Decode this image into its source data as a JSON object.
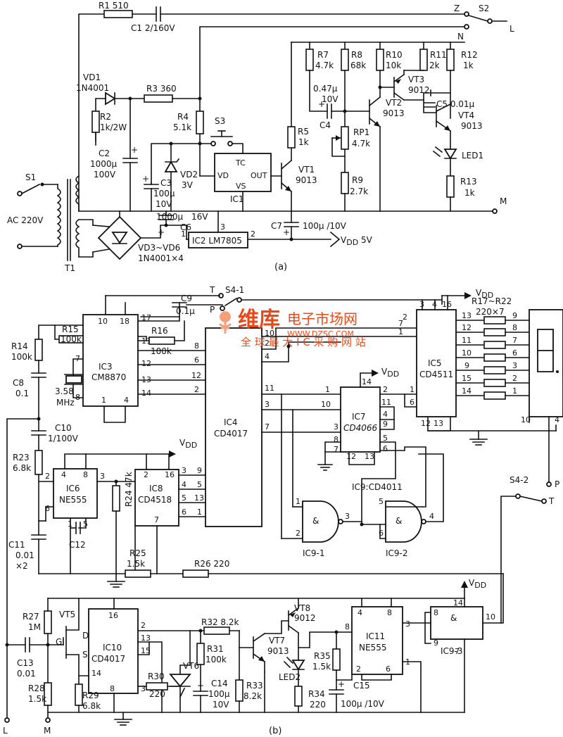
{
  "fig_a_caption": "(a)",
  "fig_b_caption": "(b)",
  "watermark": {
    "brand": "维库",
    "title": "电子市场网",
    "url": "WWW.DZSC.COM",
    "slogan": "全 球 最 大 I C 采 购 网 站"
  },
  "a": {
    "r1": "R1  510",
    "c1": "C1  2/160V",
    "z": "Z",
    "s2": "S2",
    "n": "N",
    "l": "L",
    "vd1a": "VD1",
    "vd1b": "1N4001",
    "r3": "R3  360",
    "r2a": "R2",
    "r2b": "1k/2W",
    "r4a": "R4",
    "r4b": "5.1k",
    "s3": "S3",
    "c2a": "C2",
    "c2b": "1000μ",
    "c2c": "100V",
    "c3a": "C3",
    "c3b": "100μ",
    "c3c": "10V",
    "vd2a": "VD2",
    "vd2b": "3V",
    "ic1": "IC1",
    "ic1_vd": "VD",
    "ic1_tc": "TC",
    "ic1_out": "OUT",
    "ic1_vs": "VS",
    "r5a": "R5",
    "r5b": "1k",
    "vt1a": "VT1",
    "vt1b": "9013",
    "r7a": "R7",
    "r7b": "4.7k",
    "r8a": "R8",
    "r8b": "68k",
    "r10a": "R10",
    "r10b": "10k",
    "r11a": "R11",
    "r11b": "2k",
    "r12a": "R12",
    "r12b": "1k",
    "c4a": "0.47μ",
    "c4b": "10V",
    "c4c": "C4",
    "vt3a": "VT3",
    "vt3b": "9012",
    "vt2a": "VT2",
    "vt2b": "9013",
    "c5": "C5  0.01μ",
    "vt4a": "VT4",
    "vt4b": "9013",
    "rp1a": "RP1",
    "rp1b": "4.7k",
    "led1": "LED1",
    "r9a": "R9",
    "r9b": "2.7k",
    "r13a": "R13",
    "r13b": "1k",
    "s1": "S1",
    "ac": "AC 220V",
    "m": "M",
    "t1": "T1",
    "c6a": "1000μ",
    "c6b": "16V",
    "c6c": "C6",
    "ic2": "IC2  LM7805",
    "c7": "C7",
    "c7v": "100μ /10V",
    "vdd": "V",
    "vdd_sub": "DD",
    "vdd_v": "5V",
    "vd36a": "VD3~VD6",
    "vd36b": "1N4001×4"
  },
  "b": {
    "t": "T",
    "s41": "S4-1",
    "p": "P",
    "vdd": "V",
    "vdd_sub": "DD",
    "c9a": "C9",
    "c9b": "0.1μ",
    "r14a": "R14",
    "r14b": "100k",
    "r15a": "R15",
    "r15b": "100k",
    "r16a": "R16",
    "r16b": "100k",
    "ic3": "IC3",
    "ic3b": "CM8870",
    "xtal": "3.58",
    "xtal2": "MHz",
    "c8a": "C8",
    "c8b": "0.1",
    "c10a": "C10",
    "c10b": "1/100V",
    "r23a": "R23",
    "r23b": "6.8k",
    "ic6": "IC6",
    "ic6b": "NE555",
    "r24": "R24  47k",
    "ic8": "IC8",
    "ic8b": "CD4518",
    "ic4": "IC4",
    "ic4b": "CD4017",
    "ic7": "IC7",
    "ic7b": "CD4066",
    "ic5": "IC5",
    "ic5b": "CD4511",
    "r1722a": "R17~R22",
    "r1722b": "220×7",
    "ic9": "IC9:CD4011",
    "ic91": "IC9-1",
    "ic92": "IC9-2",
    "ic93": "IC9-3",
    "and": "&",
    "s42": "S4-2",
    "c11a": "C11",
    "c11b": "0.01",
    "c11c": "×2",
    "c12": "C12",
    "r25a": "R25",
    "r25b": "1.5k",
    "r26": "R26  220",
    "r27a": "R27",
    "r27b": "1M",
    "vt5": "VT5",
    "g": "G",
    "d": "D",
    "s": "S",
    "c13a": "C13",
    "c13b": "0.01",
    "ic10": "IC10",
    "ic10b": "CD4017",
    "vt6": "VT6",
    "r30a": "R30",
    "r30b": "220",
    "r32": "R32  8.2k",
    "r31a": "R31",
    "r31b": "100k",
    "c14a": "C14",
    "c14b": "100μ",
    "c14c": "10V",
    "r33a": "R33",
    "r33b": "8.2k",
    "vt7a": "VT7",
    "vt7b": "9013",
    "vt8a": "VT8",
    "vt8b": "9012",
    "led2": "LED2",
    "r34a": "R34",
    "r34b": "220",
    "r35a": "R35",
    "r35b": "1.5k",
    "c15a": "C15",
    "c15b": "100μ /10V",
    "ic11": "IC11",
    "ic11b": "NE555",
    "r28a": "R28",
    "r28b": "1.5k",
    "r29a": "R29",
    "r29b": "6.8k",
    "l": "L",
    "m": "M"
  }
}
